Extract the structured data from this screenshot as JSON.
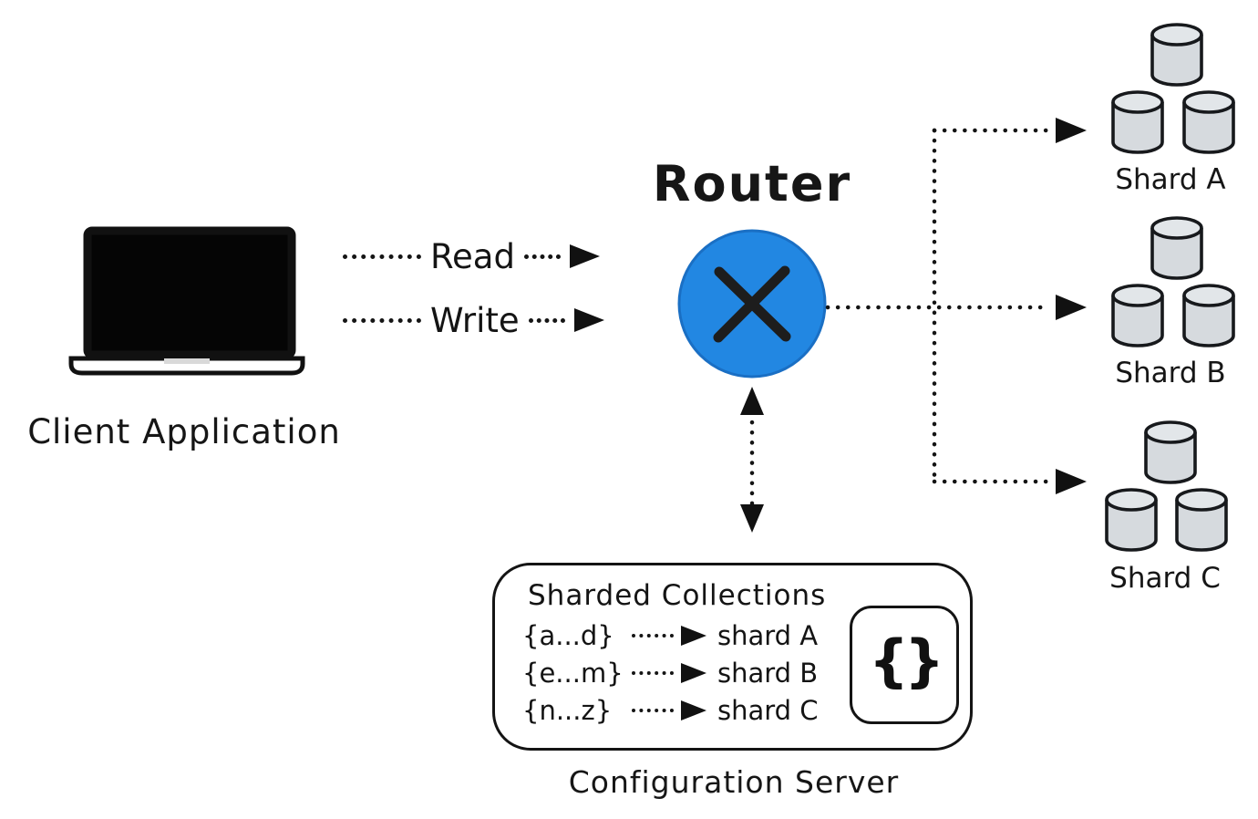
{
  "diagram": {
    "client": {
      "label": "Client Application"
    },
    "flows": {
      "read": "Read",
      "write": "Write"
    },
    "router": {
      "label": "Router"
    },
    "shards": [
      {
        "label": "Shard A"
      },
      {
        "label": "Shard B"
      },
      {
        "label": "Shard C"
      }
    ],
    "config": {
      "title": "Sharded Collections",
      "rows": [
        {
          "range": "{a...d}",
          "target": "shard A"
        },
        {
          "range": "{e...m}",
          "target": "shard B"
        },
        {
          "range": "{n...z}",
          "target": "shard C"
        }
      ],
      "icon": "{}",
      "caption": "Configuration Server"
    },
    "colors": {
      "router_blue": "#2287e2",
      "cylinder_gray": "#d6dade",
      "ink": "#141414"
    }
  }
}
